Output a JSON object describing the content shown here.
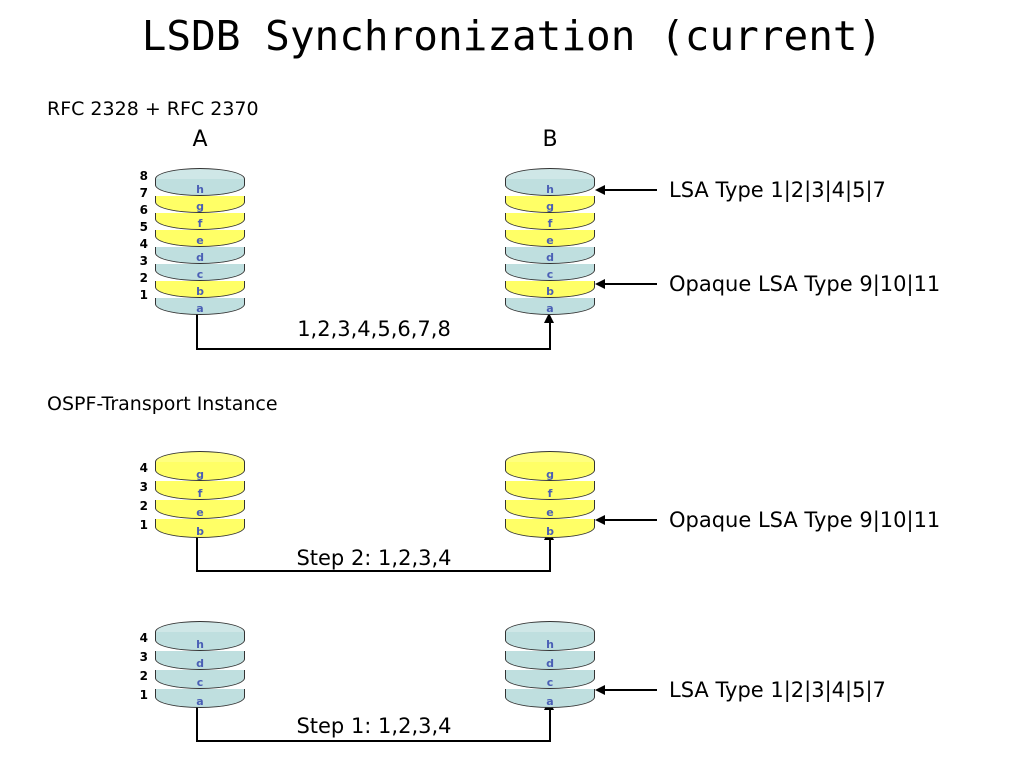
{
  "slide": {
    "title": "LSDB Synchronization (current)"
  },
  "sections": {
    "rfc": {
      "heading": "RFC 2328 + RFC 2370",
      "left_caption": "A",
      "right_caption": "B",
      "indices": [
        "8",
        "7",
        "6",
        "5",
        "4",
        "3",
        "2",
        "1"
      ],
      "layers_top_to_bottom": [
        {
          "label": "h",
          "color": "blue"
        },
        {
          "label": "g",
          "color": "yellow"
        },
        {
          "label": "f",
          "color": "yellow"
        },
        {
          "label": "e",
          "color": "yellow"
        },
        {
          "label": "d",
          "color": "blue"
        },
        {
          "label": "c",
          "color": "blue"
        },
        {
          "label": "b",
          "color": "yellow"
        },
        {
          "label": "a",
          "color": "blue"
        }
      ],
      "connector_label": "1,2,3,4,5,6,7,8",
      "callouts": [
        {
          "text": "LSA Type 1|2|3|4|5|7"
        },
        {
          "text": "Opaque LSA Type 9|10|11"
        }
      ]
    },
    "ospf": {
      "heading": "OSPF-Transport Instance",
      "opaque": {
        "indices": [
          "4",
          "3",
          "2",
          "1"
        ],
        "layers_top_to_bottom": [
          {
            "label": "g",
            "color": "yellow"
          },
          {
            "label": "f",
            "color": "yellow"
          },
          {
            "label": "e",
            "color": "yellow"
          },
          {
            "label": "b",
            "color": "yellow"
          }
        ],
        "connector_label": "Step 2: 1,2,3,4",
        "callout": "Opaque LSA Type 9|10|11"
      },
      "regular": {
        "indices": [
          "4",
          "3",
          "2",
          "1"
        ],
        "layers_top_to_bottom": [
          {
            "label": "h",
            "color": "blue"
          },
          {
            "label": "d",
            "color": "blue"
          },
          {
            "label": "c",
            "color": "blue"
          },
          {
            "label": "a",
            "color": "blue"
          }
        ],
        "connector_label": "Step 1: 1,2,3,4",
        "callout": "LSA Type 1|2|3|4|5|7"
      }
    },
    "colors": {
      "blue_fill": "#bfdfdf",
      "yellow_fill": "#ffff66",
      "layer_label": "#4a5fb5",
      "stroke": "#333333",
      "background": "#ffffff"
    }
  }
}
